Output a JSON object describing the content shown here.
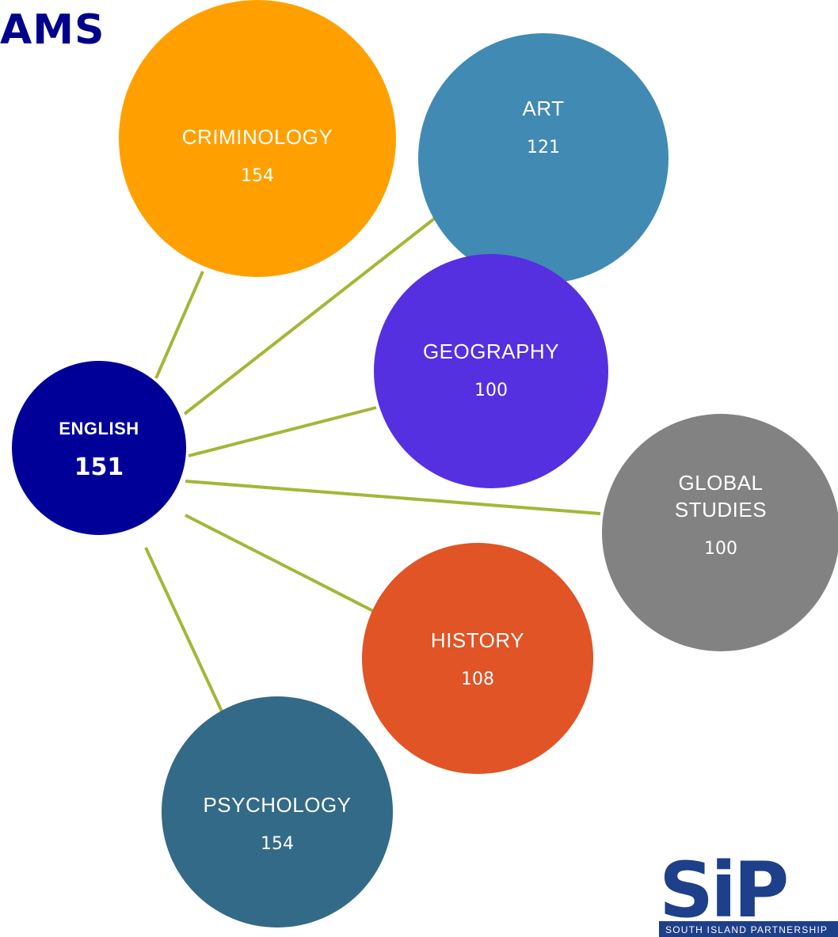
{
  "title": "AMS",
  "center": {
    "name": "ENGLISH",
    "count": "151",
    "color": "#000099"
  },
  "subjects": [
    {
      "name": "CRIMINOLOGY",
      "count": "154",
      "color": "#FFA000"
    },
    {
      "name": "ART",
      "count": "121",
      "color": "#418AB3"
    },
    {
      "name": "GEOGRAPHY",
      "count": "100",
      "color": "#5530E0"
    },
    {
      "name": "GLOBAL\nSTUDIES",
      "count": "100",
      "color": "#828282"
    },
    {
      "name": "HISTORY",
      "count": "108",
      "color": "#E05426"
    },
    {
      "name": "PSYCHOLOGY",
      "count": "154",
      "color": "#336A87"
    }
  ],
  "connector_color": "#A5B637",
  "logo": {
    "text": "SiP",
    "subtext": "SOUTH ISLAND PARTNERSHIP",
    "color": "#1E3F8A"
  }
}
